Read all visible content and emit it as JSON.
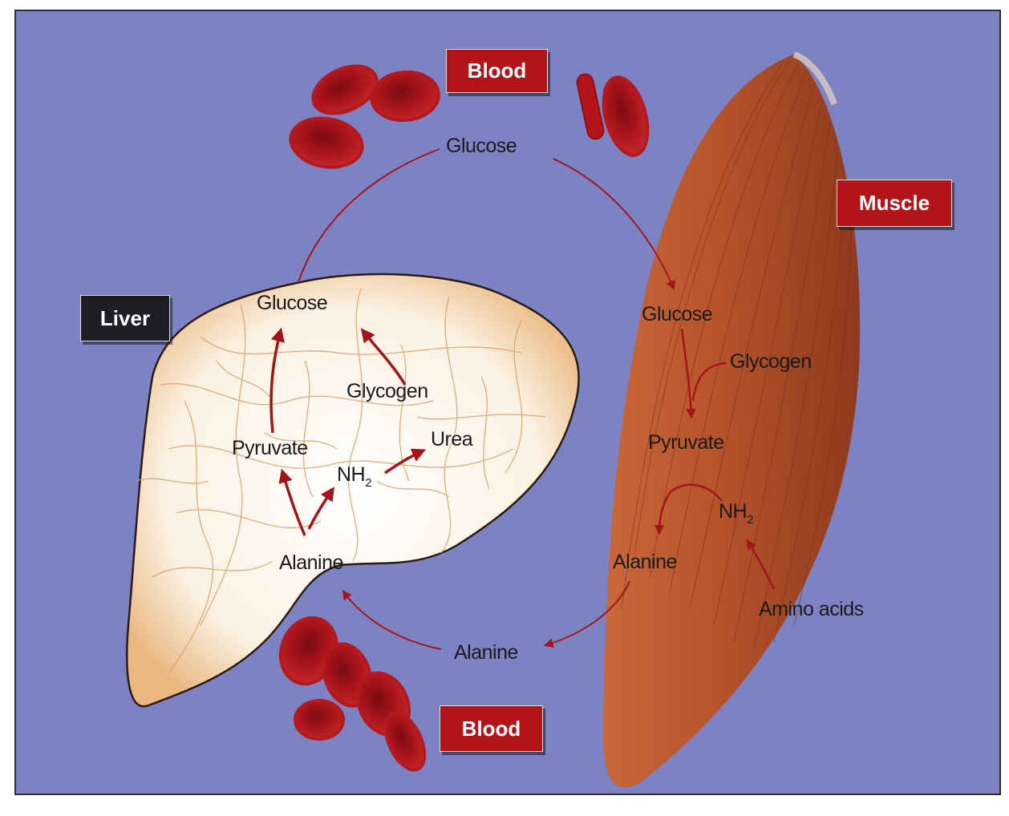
{
  "tags": {
    "blood_top": "Blood",
    "blood_bottom": "Blood",
    "muscle": "Muscle",
    "liver": "Liver"
  },
  "blood_labels": {
    "glucose": "Glucose",
    "alanine": "Alanine"
  },
  "liver_labels": {
    "glucose": "Glucose",
    "glycogen": "Glycogen",
    "pyruvate": "Pyruvate",
    "nh": "NH",
    "nh_sub": "2",
    "urea": "Urea",
    "alanine": "Alanine"
  },
  "muscle_labels": {
    "glucose": "Glucose",
    "glycogen": "Glycogen",
    "pyruvate": "Pyruvate",
    "nh": "NH",
    "nh_sub": "2",
    "alanine": "Alanine",
    "amino_acids": "Amino acids"
  },
  "colors": {
    "background": "#7d83c2",
    "blood_tag": "#b3141a",
    "liver_tag": "#1e1d24",
    "arrow": "#a3151a",
    "muscle": "#b5552c",
    "liver_fill": "#fbf4ea",
    "red_cell": "#a8141a"
  }
}
